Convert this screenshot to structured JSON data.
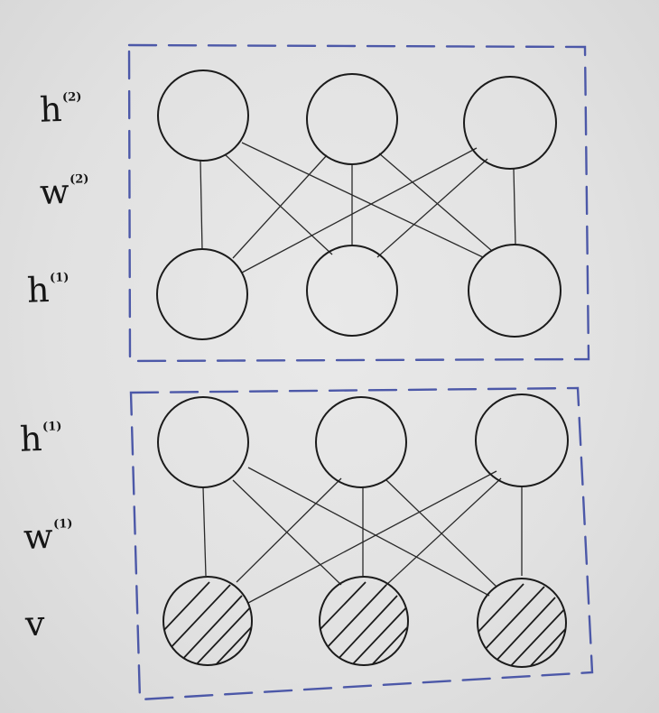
{
  "labels": {
    "top_upper": {
      "main": "h",
      "sup": "(2)"
    },
    "top_weight": {
      "main": "w",
      "sup": "(2)"
    },
    "top_lower": {
      "main": "h",
      "sup": "(1)"
    },
    "bottom_upper": {
      "main": "h",
      "sup": "(1)"
    },
    "bottom_weight": {
      "main": "w",
      "sup": "(1)"
    },
    "bottom_visible": {
      "main": "v",
      "sup": ""
    }
  },
  "colors": {
    "ink": "#1b1b1b",
    "box_stroke": "#4c58a8",
    "paper": "#e4e4e4"
  },
  "diagram": {
    "blocks": [
      {
        "name": "upper-rbm",
        "layers": [
          "h(2)",
          "h(1)"
        ],
        "nodes_per_layer": 3,
        "connectivity": "fully-connected",
        "visible_hatched": false
      },
      {
        "name": "lower-rbm",
        "layers": [
          "h(1)",
          "v"
        ],
        "nodes_per_layer": 3,
        "connectivity": "fully-connected",
        "visible_hatched": true
      }
    ]
  }
}
